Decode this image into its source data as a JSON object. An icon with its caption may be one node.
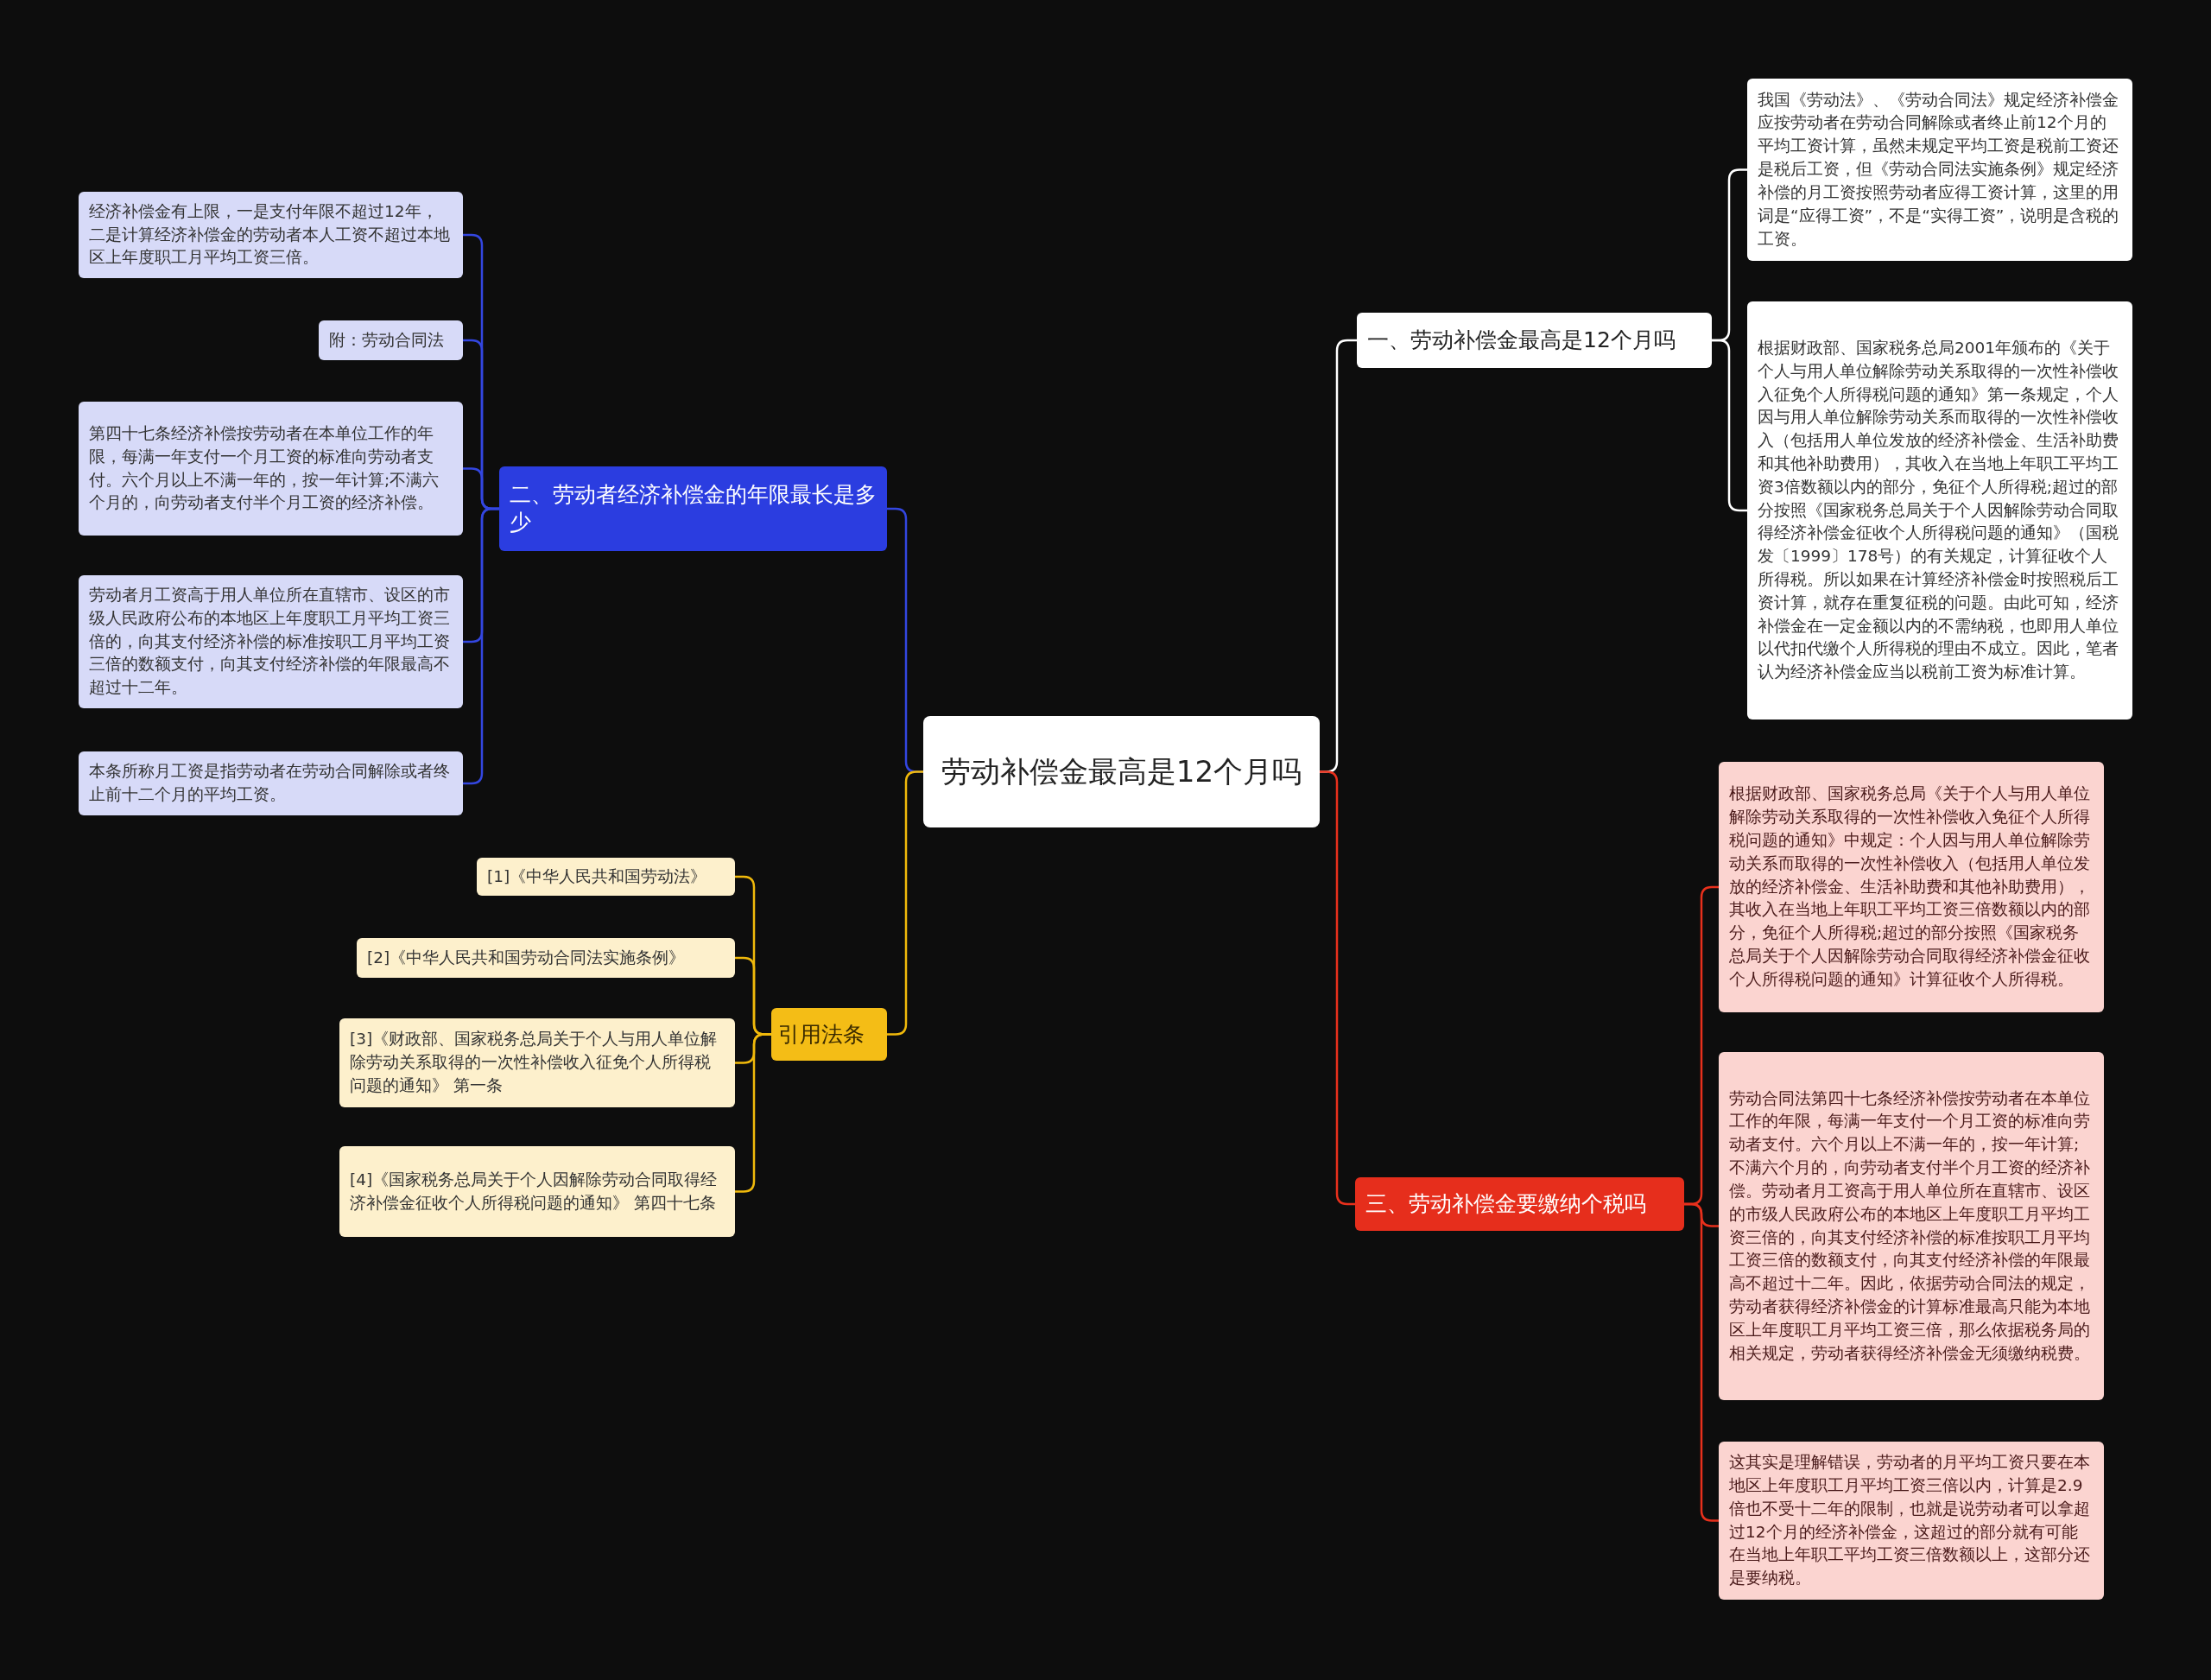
{
  "diagram": {
    "nodes": [
      {
        "text": [
          "劳动补偿金最高是12个月吗"
        ]
      },
      {
        "text": [
          "一、劳动补偿金最高是12个月吗"
        ]
      },
      {
        "text": [
          "我国《劳动法》、《劳动合同法》规定经济补偿金应按劳动者在劳动合同解除或者终止前12个月的平均工资计算，虽然未规定平均工资是税前工资还是税后工资，但《劳动合同法实施条例》规定经济补偿的月工资按照劳动者应得工资计算，这里的用词是“应得工资”，不是“实得工资”，说明是含税的工资。"
        ]
      },
      {
        "text": [
          "根据财政部、国家税务总局2001年颁布的《关于个人与用人单位解除劳动关系取得的一次性补偿收入征免个人所得税问题的通知》第一条规定，个人因与用人单位解除劳动关系而取得的一次性补偿收入（包括用人单位发放的经济补偿金、生活补助费和其他补助费用），其收入在当地上年职工平均工资3倍数额以内的部分，免征个人所得税;超过的部分按照《国家税务总局关于个人因解除劳动合同取得经济补偿金征收个人所得税问题的通知》（国税发〔1999〕178号）的有关规定，计算征收个人所得税。所以如果在计算经济补偿金时按照税后工资计算，就存在重复征税的问题。由此可知，经济补偿金在一定金额以内的不需纳税，也即用人单位以代扣代缴个人所得税的理由不成立。因此，笔者认为经济补偿金应当以税前工资为标准计算。"
        ]
      },
      {
        "text": [
          "二、劳动者经济补偿金的年限最长是多少"
        ]
      },
      {
        "text": [
          "经济补偿金有上限，一是支付年限不超过12年，二是计算经济补偿金的劳动者本人工资不超过本地区上年度职工月平均工资三倍。"
        ]
      },
      {
        "text": [
          "附：劳动合同法"
        ]
      },
      {
        "text": [
          "第四十七条经济补偿按劳动者在本单位工作的年限，每满一年支付一个月工资的标准向劳动者支付。六个月以上不满一年的，按一年计算;不满六个月的，向劳动者支付半个月工资的经济补偿。"
        ]
      },
      {
        "text": [
          "劳动者月工资高于用人单位所在直辖市、设区的市级人民政府公布的本地区上年度职工月平均工资三倍的，向其支付经济补偿的标准按职工月平均工资三倍的数额支付，向其支付经济补偿的年限最高不超过十二年。"
        ]
      },
      {
        "text": [
          "本条所称月工资是指劳动者在劳动合同解除或者终止前十二个月的平均工资。"
        ]
      },
      {
        "text": [
          "引用法条"
        ]
      },
      {
        "text": [
          "[1]《中华人民共和国劳动法》"
        ]
      },
      {
        "text": [
          "[2]《中华人民共和国劳动合同法实施条例》"
        ]
      },
      {
        "text": [
          "[3]《财政部、国家税务总局关于个人与用人单位解除劳动关系取得的一次性补偿收入征免个人所得税问题的通知》 第一条"
        ]
      },
      {
        "text": [
          "[4]《国家税务总局关于个人因解除劳动合同取得经济补偿金征收个人所得税问题的通知》 第四十七条"
        ]
      },
      {
        "text": [
          "三、劳动补偿金要缴纳个税吗"
        ]
      },
      {
        "text": [
          "根据财政部、国家税务总局《关于个人与用人单位解除劳动关系取得的一次性补偿收入免征个人所得税问题的通知》中规定：个人因与用人单位解除劳动关系而取得的一次性补偿收入（包括用人单位发放的经济补偿金、生活补助费和其他补助费用），其收入在当地上年职工平均工资三倍数额以内的部分，免征个人所得税;超过的部分按照《国家税务总局关于个人因解除劳动合同取得经济补偿金征收个人所得税问题的通知》计算征收个人所得税。"
        ]
      },
      {
        "text": [
          "劳动合同法第四十七条经济补偿按劳动者在本单位工作的年限，每满一年支付一个月工资的标准向劳动者支付。六个月以上不满一年的，按一年计算;不满六个月的，向劳动者支付半个月工资的经济补偿。劳动者月工资高于用人单位所在直辖市、设区的市级人民政府公布的本地区上年度职工月平均工资三倍的，向其支付经济补偿的标准按职工月平均工资三倍的数额支付，向其支付经济补偿的年限最高不超过十二年。因此，依据劳动合同法的规定，劳动者获得经济补偿金的计算标准最高只能为本地区上年度职工月平均工资三倍，那么依据税务局的相关规定，劳动者获得经济补偿金无须缴纳税费。"
        ]
      },
      {
        "text": [
          "这其实是理解错误，劳动者的月平均工资只要在本地区上年度职工月平均工资三倍以内，计算是2.9倍也不受十二年的限制，也就是说劳动者可以拿超过12个月的经济补偿金，这超过的部分就有可能在当地上年职工平均工资三倍数额以上，这部分还是要纳税。"
        ]
      }
    ],
    "edges": [
      {
        "from": 0,
        "to": 1,
        "arrow": "none",
        "color": "#ffffff"
      },
      {
        "from": 1,
        "to": 2,
        "arrow": "none",
        "color": "#ffffff"
      },
      {
        "from": 1,
        "to": 3,
        "arrow": "none",
        "color": "#ffffff"
      },
      {
        "from": 0,
        "to": 4,
        "arrow": "none"
      },
      {
        "from": 4,
        "to": 5,
        "arrow": "none"
      },
      {
        "from": 4,
        "to": 6,
        "arrow": "none"
      },
      {
        "from": 4,
        "to": 7,
        "arrow": "none"
      },
      {
        "from": 4,
        "to": 8,
        "arrow": "none"
      },
      {
        "from": 4,
        "to": 9,
        "arrow": "none"
      },
      {
        "from": 0,
        "to": 10,
        "arrow": "none",
        "color": "#f0b90b"
      },
      {
        "from": 10,
        "to": 11,
        "arrow": "none",
        "color": "#f0b90b"
      },
      {
        "from": 10,
        "to": 12,
        "arrow": "none",
        "color": "#f0b90b"
      },
      {
        "from": 10,
        "to": 13,
        "arrow": "none",
        "color": "#f0b90b"
      },
      {
        "from": 10,
        "to": 14,
        "arrow": "none",
        "color": "#f0b90b"
      },
      {
        "from": 0,
        "to": 15,
        "arrow": "none",
        "color": "#e8301c"
      },
      {
        "from": 15,
        "to": 16,
        "arrow": "none",
        "color": "#e8301c"
      },
      {
        "from": 15,
        "to": 17,
        "arrow": "none",
        "color": "#e8301c"
      },
      {
        "from": 15,
        "to": 18,
        "arrow": "none",
        "color": "#e8301c"
      }
    ]
  }
}
